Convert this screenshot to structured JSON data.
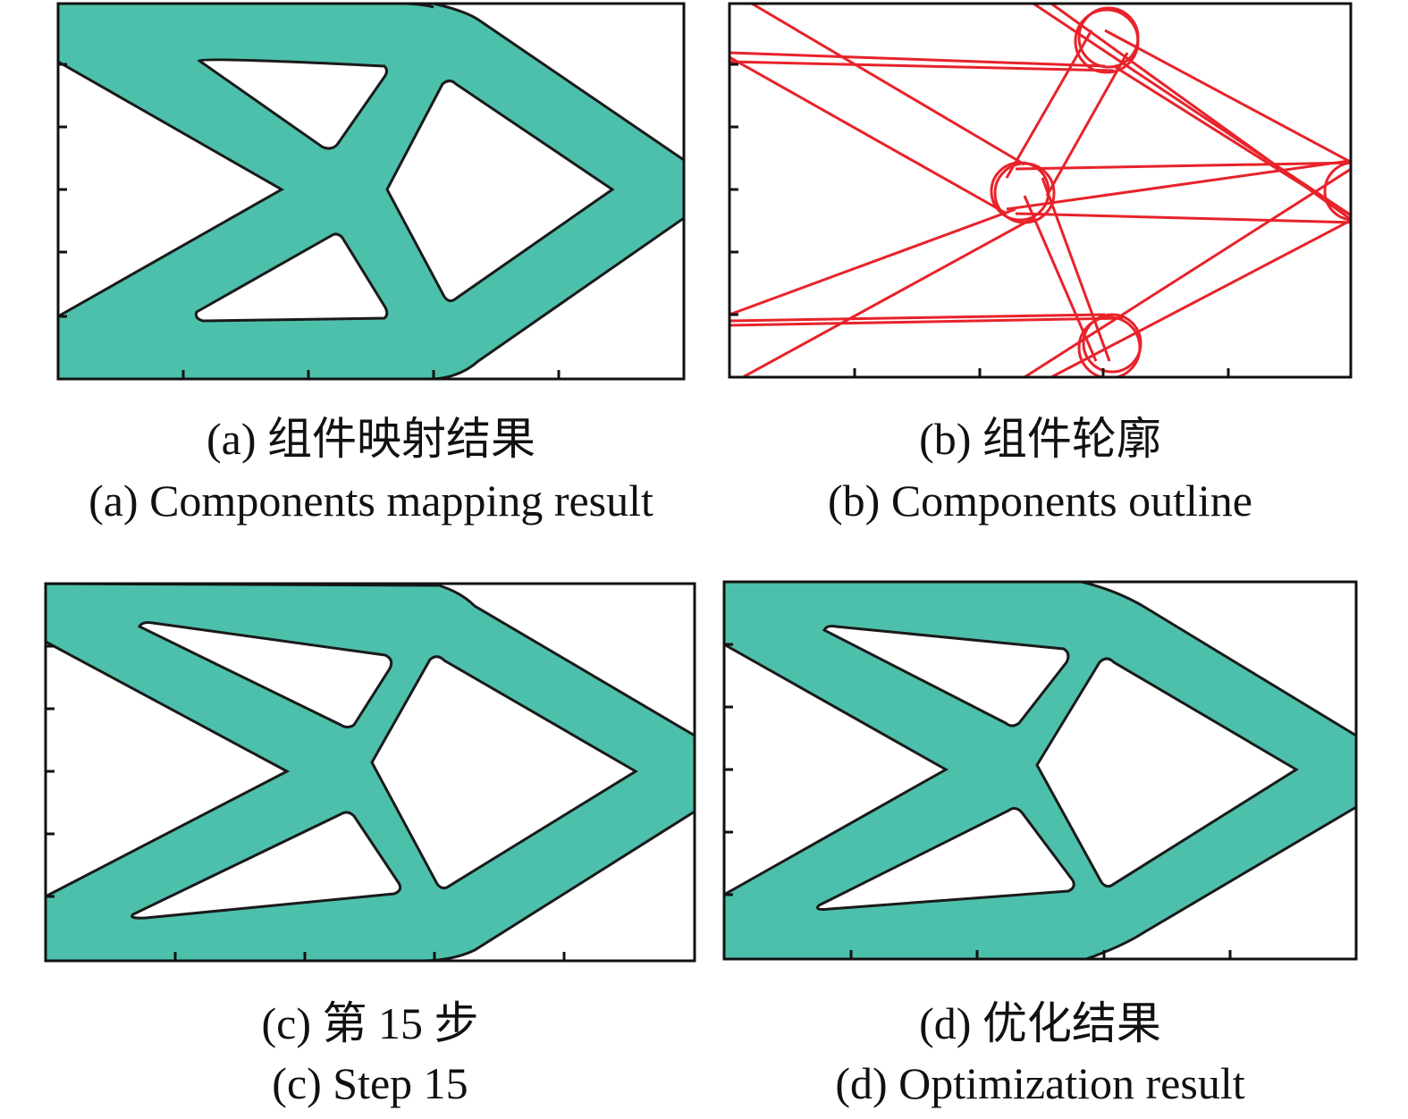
{
  "colors": {
    "solid_fill": "#4dc0ab",
    "outline": "#1a1a1a",
    "component_outline": "#e8222a",
    "frame": "#111111"
  },
  "panels": [
    {
      "id": "a",
      "caption_cn": "(a) 组件映射结果",
      "caption_en": "(a) Components mapping result"
    },
    {
      "id": "b",
      "caption_cn": "(b) 组件轮廓",
      "caption_en": "(b) Components outline"
    },
    {
      "id": "c",
      "caption_cn": "(c) 第 15 步",
      "caption_en": "(c) Step 15"
    },
    {
      "id": "d",
      "caption_cn": "(d) 优化结果",
      "caption_en": "(d) Optimization result"
    }
  ]
}
